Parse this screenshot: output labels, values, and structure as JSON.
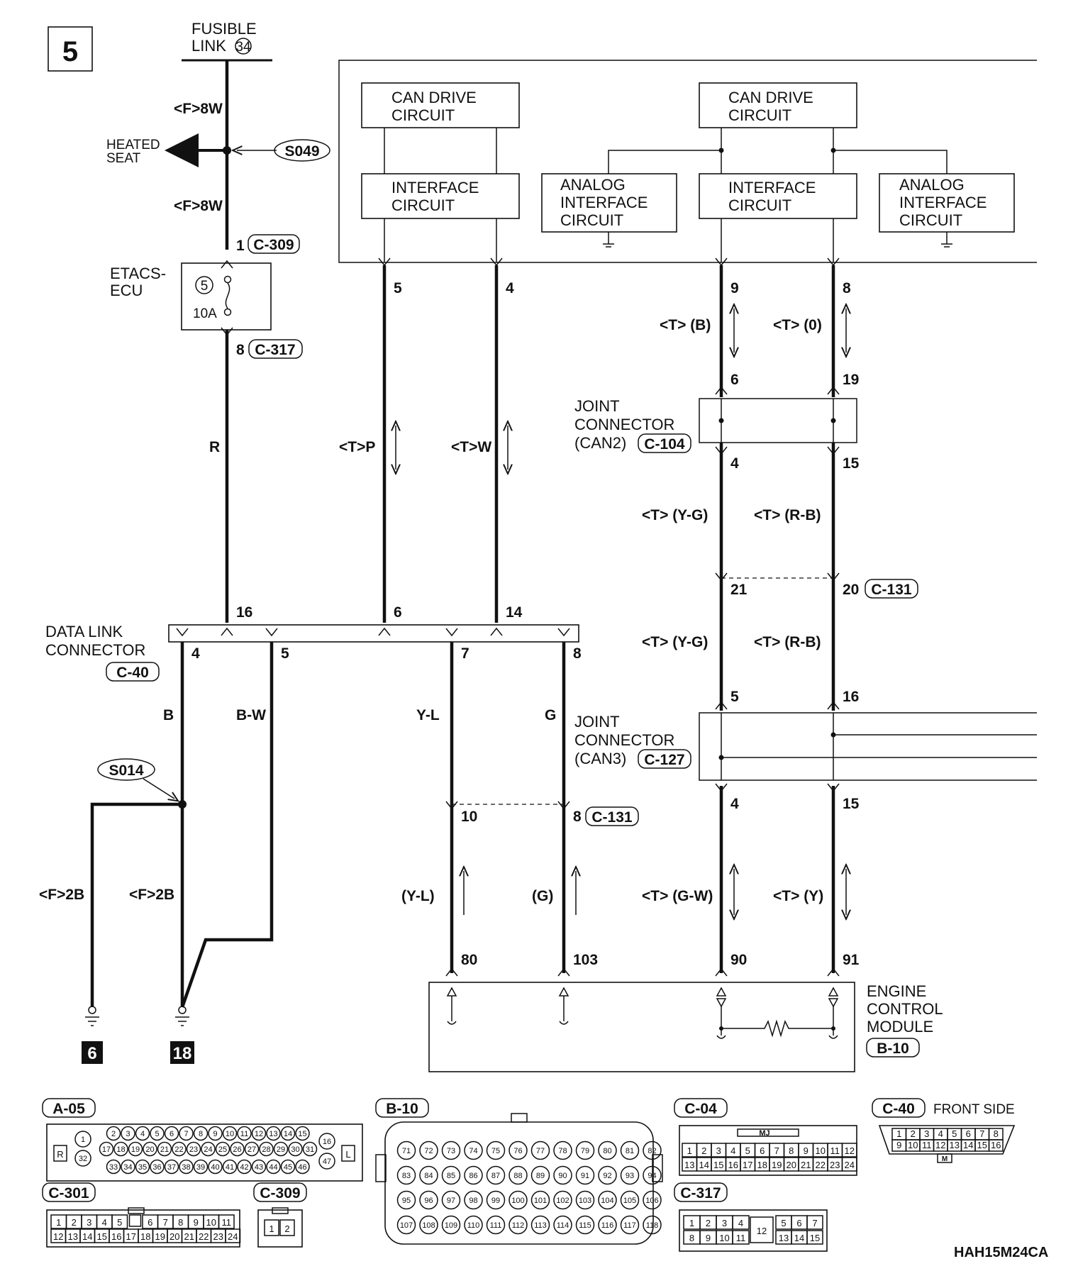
{
  "page_number": "5",
  "fusible_link": {
    "line1": "FUSIBLE",
    "line2": "LINK",
    "num": "34"
  },
  "heated_seat": {
    "line1": "HEATED",
    "line2": "SEAT"
  },
  "splices": {
    "s049": "S049",
    "s014": "S014"
  },
  "etacs": {
    "line1": "ETACS-",
    "line2": "ECU",
    "fuse_no": "5",
    "fuse_amp": "10A"
  },
  "ecu_blocks": {
    "can_drive_left": {
      "line1": "CAN DRIVE",
      "line2": "CIRCUIT"
    },
    "interface_left": {
      "line1": "INTERFACE",
      "line2": "CIRCUIT"
    },
    "analog_left": {
      "line1": "ANALOG",
      "line2": "INTERFACE",
      "line3": "CIRCUIT"
    },
    "can_drive_right": {
      "line1": "CAN DRIVE",
      "line2": "CIRCUIT"
    },
    "interface_right": {
      "line1": "INTERFACE",
      "line2": "CIRCUIT"
    },
    "analog_right": {
      "line1": "ANALOG",
      "line2": "INTERFACE",
      "line3": "CIRCUIT"
    }
  },
  "wire_labels": {
    "f8w_top": "<F>8W",
    "f8w_mid": "<F>8W",
    "r": "R",
    "tp": "<T>P",
    "tw": "<T>W",
    "t_b": "<T> (B)",
    "t_o": "<T> (0)",
    "t_yg_1": "<T> (Y-G)",
    "t_rb_1": "<T> (R-B)",
    "t_yg_2": "<T> (Y-G)",
    "t_rb_2": "<T> (R-B)",
    "b": "B",
    "bw": "B-W",
    "yl": "Y-L",
    "g": "G",
    "f2b_left": "<F>2B",
    "f2b_right": "<F>2B",
    "yl_paren": "(Y-L)",
    "g_paren": "(G)",
    "t_gw": "<T> (G-W)",
    "t_y": "<T> (Y)"
  },
  "pins": {
    "c309_pin": "1",
    "c317_pin": "8",
    "etacs_5": "5",
    "etacs_4": "4",
    "etacs_9": "9",
    "etacs_8": "8",
    "j104_6": "6",
    "j104_19": "19",
    "j104_4": "4",
    "j104_15": "15",
    "c131_21": "21",
    "c131_20": "20",
    "dlc_16": "16",
    "dlc_6": "6",
    "dlc_14": "14",
    "dlc_4": "4",
    "dlc_5": "5",
    "dlc_7": "7",
    "dlc_8": "8",
    "j127_5": "5",
    "j127_16": "16",
    "j127_4": "4",
    "j127_15": "15",
    "c131_10": "10",
    "c131_8": "8",
    "ecm_80": "80",
    "ecm_103": "103",
    "ecm_90": "90",
    "ecm_91": "91"
  },
  "connector_refs": {
    "c309": "C-309",
    "c317": "C-317",
    "c104": "C-104",
    "c131_a": "C-131",
    "c40": "C-40",
    "c127": "C-127",
    "c131_b": "C-131",
    "b10": "B-10"
  },
  "joint_can2": {
    "line1": "JOINT",
    "line2": "CONNECTOR",
    "line3": "(CAN2)"
  },
  "joint_can3": {
    "line1": "JOINT",
    "line2": "CONNECTOR",
    "line3": "(CAN3)"
  },
  "dlc": {
    "line1": "DATA LINK",
    "line2": "CONNECTOR"
  },
  "ecm": {
    "line1": "ENGINE",
    "line2": "CONTROL",
    "line3": "MODULE"
  },
  "ground_refs": {
    "left": "6",
    "right": "18"
  },
  "views": {
    "a05": {
      "id": "A-05",
      "left": "R",
      "right": "L",
      "top": [
        "2",
        "3",
        "4",
        "5",
        "6",
        "7",
        "8",
        "9",
        "10",
        "11",
        "12",
        "13",
        "14",
        "15"
      ],
      "mid": [
        "17",
        "18",
        "19",
        "20",
        "21",
        "22",
        "23",
        "24",
        "25",
        "26",
        "27",
        "28",
        "29",
        "30",
        "31"
      ],
      "bot": [
        "33",
        "34",
        "35",
        "36",
        "37",
        "38",
        "39",
        "40",
        "41",
        "42",
        "43",
        "44",
        "45",
        "46"
      ],
      "side_l": [
        "1",
        "32"
      ],
      "side_r": [
        "16",
        "47"
      ]
    },
    "b10": {
      "id": "B-10",
      "rows": [
        [
          "71",
          "72",
          "73",
          "74",
          "75",
          "76",
          "77",
          "78",
          "79",
          "80",
          "81",
          "82"
        ],
        [
          "83",
          "84",
          "85",
          "86",
          "87",
          "88",
          "89",
          "90",
          "91",
          "92",
          "93",
          "94"
        ],
        [
          "95",
          "96",
          "97",
          "98",
          "99",
          "100",
          "101",
          "102",
          "103",
          "104",
          "105",
          "106"
        ],
        [
          "107",
          "108",
          "109",
          "110",
          "111",
          "112",
          "113",
          "114",
          "115",
          "116",
          "117",
          "118"
        ]
      ]
    },
    "c04": {
      "id": "C-04",
      "tag": "MJ",
      "top": [
        "1",
        "2",
        "3",
        "4",
        "5",
        "6",
        "7",
        "8",
        "9",
        "10",
        "11",
        "12"
      ],
      "bot": [
        "13",
        "14",
        "15",
        "16",
        "17",
        "18",
        "19",
        "20",
        "21",
        "22",
        "23",
        "24"
      ]
    },
    "c40": {
      "id": "C-40",
      "note": "FRONT SIDE",
      "tag": "M",
      "top": [
        "1",
        "2",
        "3",
        "4",
        "5",
        "6",
        "7",
        "8"
      ],
      "bot": [
        "9",
        "10",
        "11",
        "12",
        "13",
        "14",
        "15",
        "16"
      ]
    },
    "c301": {
      "id": "C-301",
      "top": [
        "1",
        "2",
        "3",
        "4",
        "5",
        "",
        "6",
        "7",
        "8",
        "9",
        "10",
        "11"
      ],
      "bot": [
        "12",
        "13",
        "14",
        "15",
        "16",
        "17",
        "18",
        "19",
        "20",
        "21",
        "22",
        "23",
        "24"
      ]
    },
    "c309v": {
      "id": "C-309",
      "pins": [
        "1",
        "2"
      ]
    },
    "c317v": {
      "id": "C-317",
      "top_l": [
        "1",
        "2",
        "3",
        "4"
      ],
      "bot_l": [
        "8",
        "9",
        "10",
        "11"
      ],
      "center": "12",
      "top_r": [
        "5",
        "6",
        "7"
      ],
      "bot_r": [
        "13",
        "14",
        "15"
      ]
    }
  },
  "diagram_code": "HAH15M24CA"
}
